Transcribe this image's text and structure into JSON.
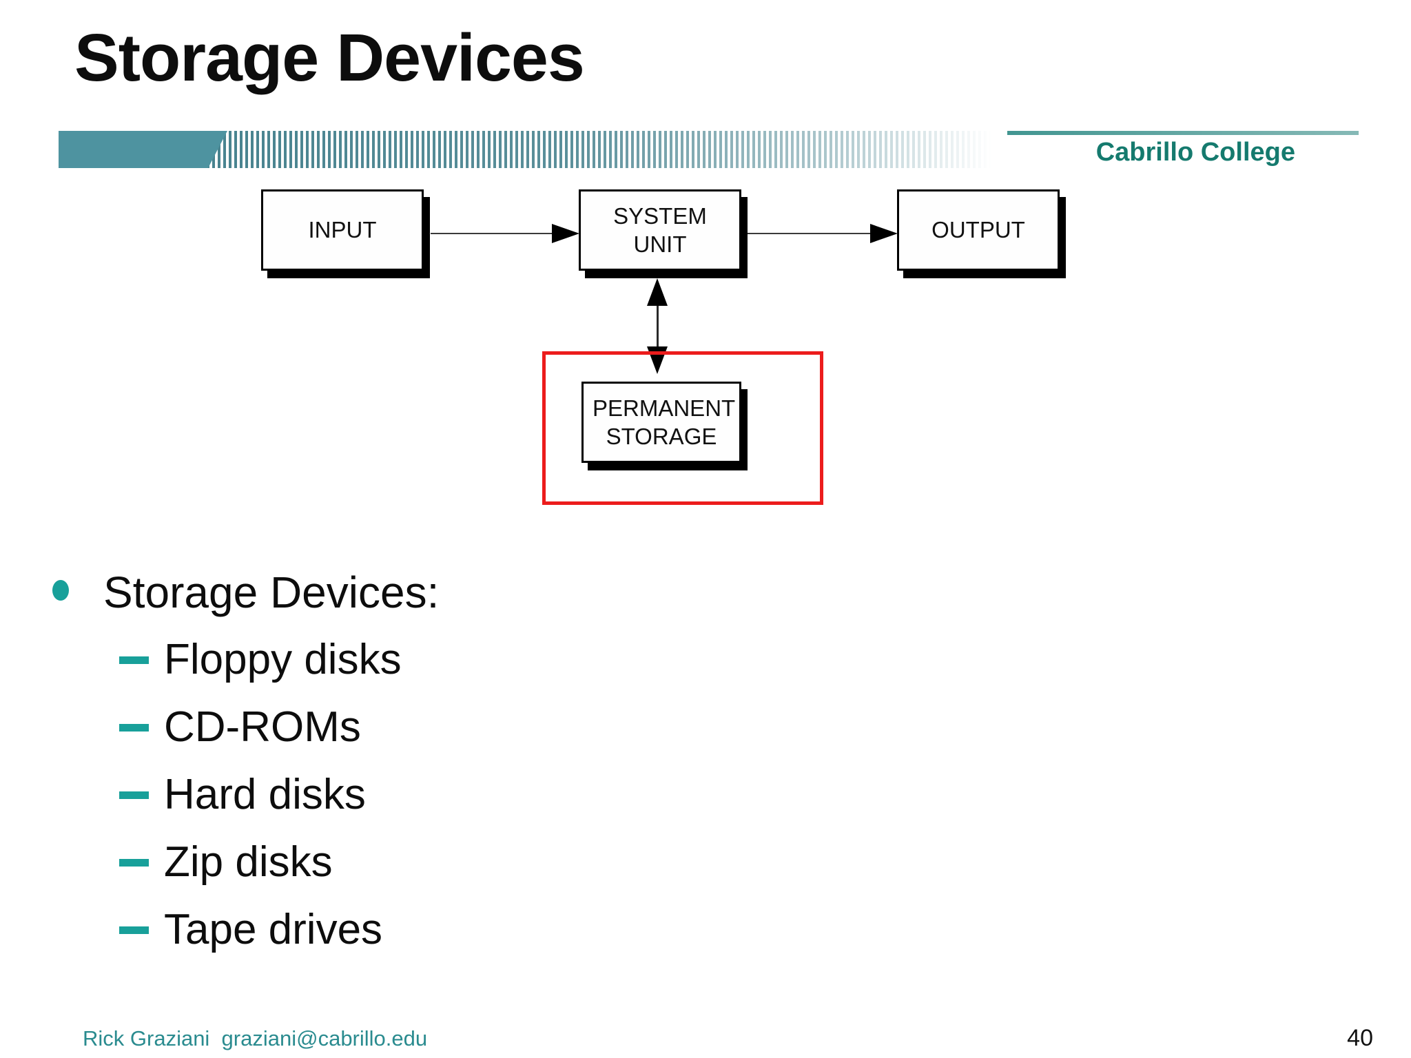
{
  "slide": {
    "title": "Storage Devices",
    "page_number": "40",
    "footer_credit": "Rick Graziani  graziani@cabrillo.edu"
  },
  "header": {
    "brand": "Cabrillo College"
  },
  "diagram": {
    "input_label": "INPUT",
    "system_unit_label": "SYSTEM UNIT",
    "output_label": "OUTPUT",
    "permanent_storage_label": "PERMANENT STORAGE"
  },
  "list": {
    "heading": "Storage Devices:",
    "items": [
      "Floppy disks",
      "CD-ROMs",
      "Hard disks",
      "Zip disks",
      "Tape drives"
    ]
  },
  "colors": {
    "accent_teal": "#18a09a",
    "bar_teal": "#4e93a0",
    "brand_teal": "#157a6e",
    "highlight_red": "#ec1c1c"
  }
}
